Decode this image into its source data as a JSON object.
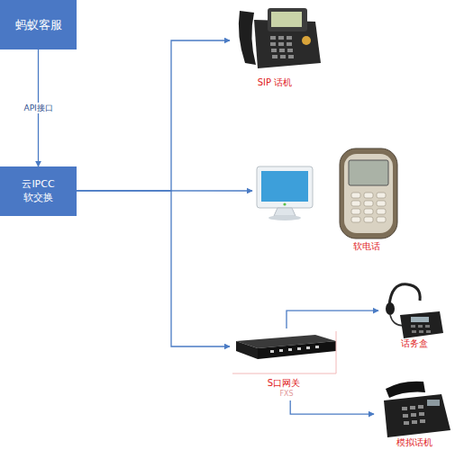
{
  "diagram": {
    "nodes": [
      {
        "text": [
          "蚂蚁客服"
        ]
      },
      {
        "text": [
          "云IPCC 软交换"
        ]
      },
      {
        "text": [
          "SIP 话机"
        ]
      },
      {
        "text": [
          "软电话"
        ]
      },
      {
        "text": [
          "S口网关",
          "FXS"
        ]
      },
      {
        "text": [
          "话务盒"
        ]
      },
      {
        "text": [
          "模拟话机"
        ]
      }
    ],
    "edges": [
      {
        "from": 0,
        "to": 1,
        "arrow": "to",
        "label": "API接口"
      },
      {
        "from": 1,
        "to": 2,
        "arrow": "to"
      },
      {
        "from": 1,
        "to": 3,
        "arrow": "to"
      },
      {
        "from": 1,
        "to": 4,
        "arrow": "to"
      },
      {
        "from": 4,
        "to": 5,
        "arrow": "to"
      },
      {
        "from": 4,
        "to": 6,
        "arrow": "to"
      }
    ]
  }
}
